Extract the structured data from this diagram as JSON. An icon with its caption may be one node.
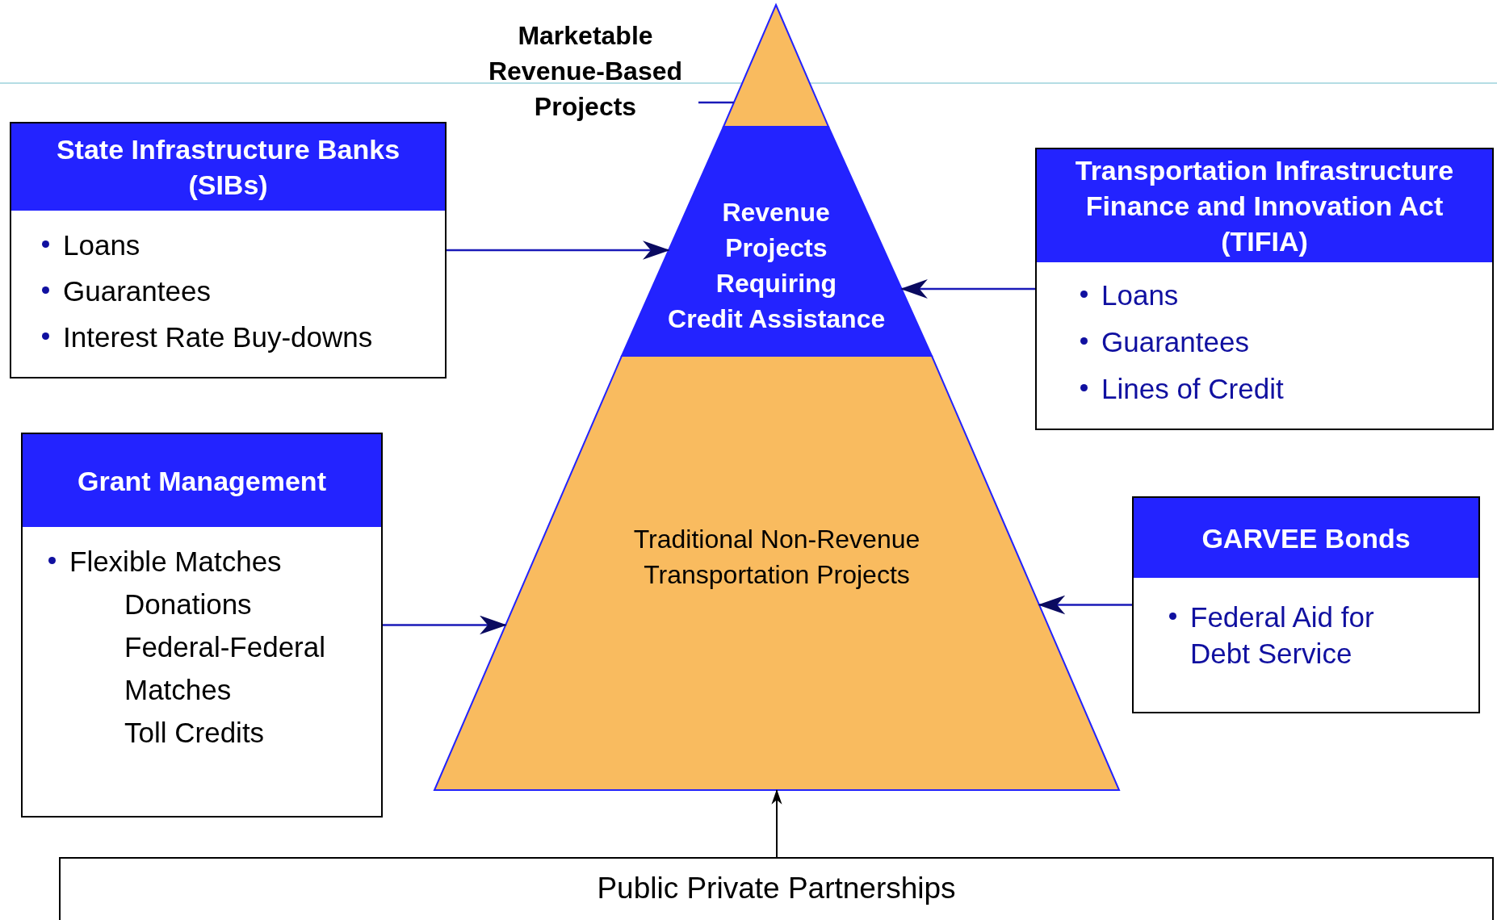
{
  "diagram": {
    "nodes": [
      {
        "text": [
          "Marketable Revenue-Based Projects"
        ]
      },
      {
        "text": [],
        "shape": "triangle"
      },
      {
        "text": [
          "Revenue Projects Requiring Credit Assistance"
        ]
      },
      {
        "text": [
          "Traditional Non-Revenue Transportation Projects"
        ]
      },
      {
        "text": [
          "State Infrastructure Banks (SIBs)",
          "Loans",
          "Guarantees",
          "Interest Rate Buy-downs"
        ]
      },
      {
        "text": [
          "Transportation Infrastructure Finance and Innovation Act (TIFIA)",
          "Loans",
          "Guarantees",
          "Lines of Credit"
        ]
      },
      {
        "text": [
          "Grant Management",
          "Flexible Matches",
          "Donations",
          "Federal-Federal Matches",
          "Toll Credits"
        ]
      },
      {
        "text": [
          "GARVEE Bonds",
          "Federal Aid for Debt Service"
        ]
      },
      {
        "text": [
          "Public Private Partnerships"
        ]
      }
    ],
    "edges": [
      {
        "from": 0,
        "to": 1,
        "arrow": "none"
      },
      {
        "from": 4,
        "to": 2,
        "arrow": "to"
      },
      {
        "from": 5,
        "to": 2,
        "arrow": "to"
      },
      {
        "from": 6,
        "to": 3,
        "arrow": "to"
      },
      {
        "from": 7,
        "to": 3,
        "arrow": "to"
      },
      {
        "from": 8,
        "to": 3,
        "arrow": "to",
        "color": "#000000"
      }
    ]
  }
}
